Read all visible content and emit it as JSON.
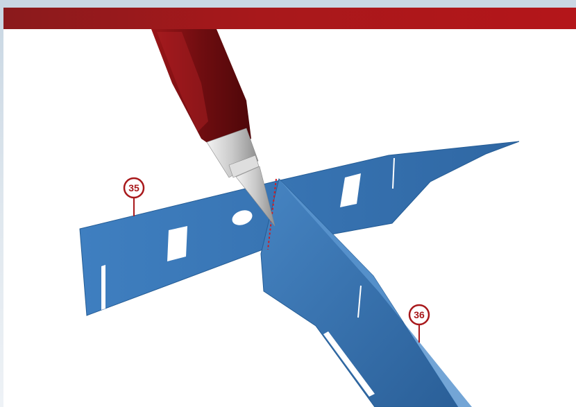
{
  "callouts": [
    {
      "label": "35",
      "part": "part-35-strip"
    },
    {
      "label": "36",
      "part": "part-36-strip"
    }
  ],
  "colors": {
    "header_band": "#a8181b",
    "part_blue": "#3a74b4",
    "applicator_red": "#7a1012",
    "callout_red": "#a8181b"
  },
  "icons": {
    "applicator": "glue-applicator-icon"
  }
}
